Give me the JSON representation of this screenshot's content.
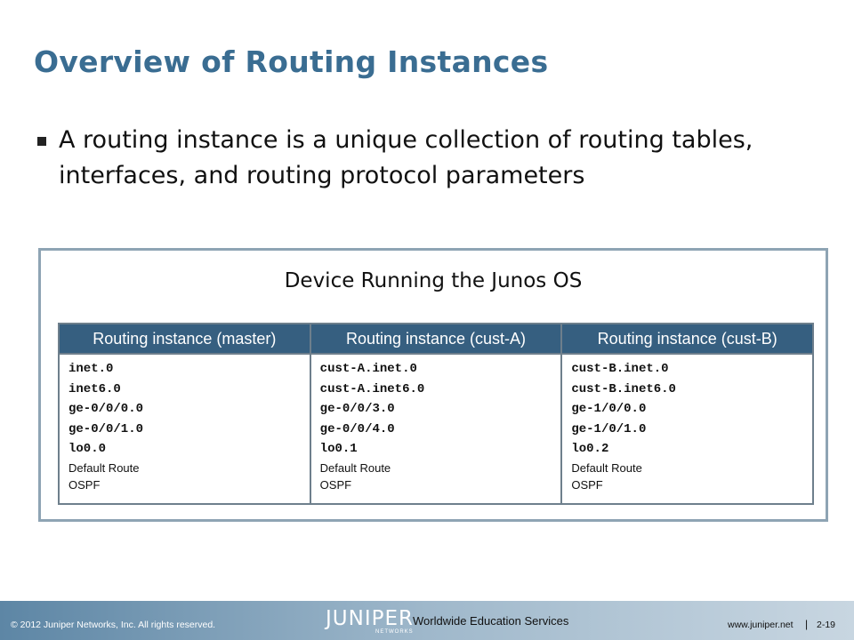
{
  "title": "Overview of Routing Instances",
  "bullet": "A routing instance is a unique collection of routing tables, interfaces, and routing protocol parameters",
  "device_title": "Device Running the Junos OS",
  "instances": [
    {
      "header": "Routing instance (master)",
      "mono": [
        "inet.0",
        "inet6.0",
        "ge-0/0/0.0",
        "ge-0/0/1.0",
        "lo0.0"
      ],
      "sans": [
        "Default Route",
        "OSPF"
      ]
    },
    {
      "header": "Routing instance (cust-A)",
      "mono": [
        "cust-A.inet.0",
        "cust-A.inet6.0",
        "ge-0/0/3.0",
        "ge-0/0/4.0",
        "lo0.1"
      ],
      "sans": [
        "Default Route",
        "OSPF"
      ]
    },
    {
      "header": "Routing instance (cust-B)",
      "mono": [
        "cust-B.inet.0",
        "cust-B.inet6.0",
        "ge-1/0/0.0",
        "ge-1/0/1.0",
        "lo0.2"
      ],
      "sans": [
        "Default Route",
        "OSPF"
      ]
    }
  ],
  "footer": {
    "copyright": "© 2012 Juniper Networks, Inc. All rights reserved.",
    "logo": "JUNIPER",
    "logo_sub": "NETWORKS",
    "center_text": "Worldwide Education Services",
    "website": "www.juniper.net",
    "separator": "|",
    "page": "2-19"
  }
}
